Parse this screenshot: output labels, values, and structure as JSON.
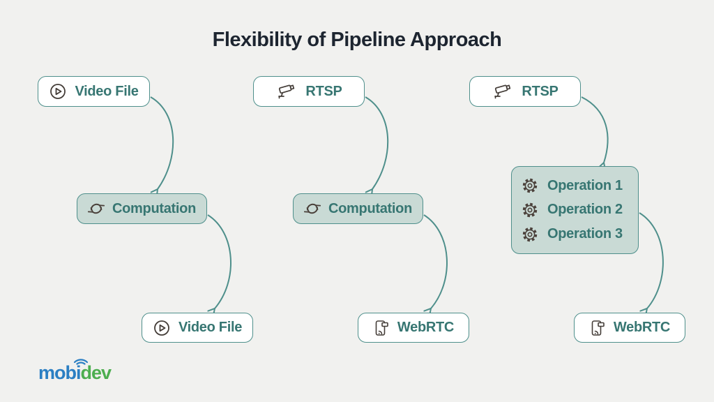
{
  "title": "Flexibility of Pipeline Approach",
  "colors": {
    "background": "#f1f1ef",
    "title_text": "#1d2530",
    "teal_border": "#4e8f8b",
    "teal_text": "#377672",
    "node_fill": "#c9dad5",
    "icon_dark": "#433c37",
    "logo_blue": "#2b7fc3",
    "logo_green": "#4cae4f"
  },
  "pipelines": [
    {
      "name": "pipeline-video-file",
      "nodes": [
        {
          "label": "Video File",
          "icon": "play-icon",
          "variant": "outline"
        },
        {
          "label": "Computation",
          "icon": "refresh-icon",
          "variant": "filled"
        },
        {
          "label": "Video File",
          "icon": "play-icon",
          "variant": "outline"
        }
      ]
    },
    {
      "name": "pipeline-rtsp-computation",
      "nodes": [
        {
          "label": "RTSP",
          "icon": "cctv-camera-icon",
          "variant": "outline"
        },
        {
          "label": "Computation",
          "icon": "refresh-icon",
          "variant": "filled"
        },
        {
          "label": "WebRTC",
          "icon": "stream-device-icon",
          "variant": "outline"
        }
      ]
    },
    {
      "name": "pipeline-rtsp-operations",
      "nodes": [
        {
          "label": "RTSP",
          "icon": "cctv-camera-icon",
          "variant": "outline"
        },
        {
          "label": "Operations",
          "icon": "gear-icon",
          "variant": "filled",
          "items": [
            "Operation 1",
            "Operation 2",
            "Operation 3"
          ]
        },
        {
          "label": "WebRTC",
          "icon": "stream-device-icon",
          "variant": "outline"
        }
      ]
    }
  ],
  "connections": [
    {
      "from": "Video File",
      "to": "Computation"
    },
    {
      "from": "Computation",
      "to": "Video File"
    },
    {
      "from": "RTSP",
      "to": "Computation"
    },
    {
      "from": "Computation",
      "to": "WebRTC"
    },
    {
      "from": "RTSP",
      "to": "Operations"
    },
    {
      "from": "Operations",
      "to": "WebRTC"
    }
  ],
  "logo": {
    "part1": "mobi",
    "part2": "dev"
  }
}
